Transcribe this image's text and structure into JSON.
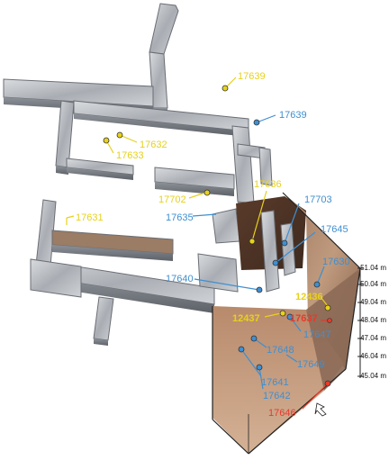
{
  "colors": {
    "yellow": "#e7d11b",
    "blue": "#3f8fd1",
    "red": "#e53b2c",
    "stone_light": "#c9ccd0",
    "stone_dark": "#7b7f86",
    "soil": "#6b4a36",
    "section_face": "#8c6a56"
  },
  "labels": {
    "l17639_yellow": "17639",
    "l17639_blue": "17639",
    "l17632": "17632",
    "l17633": "17633",
    "l17636": "17636",
    "l17703": "17703",
    "l17702": "17702",
    "l17635": "17635",
    "l17645": "17645",
    "l17631": "17631",
    "l17630": "17630",
    "l17640": "17640",
    "l12436": "12436",
    "l12437": "12437",
    "l17637": "17637",
    "l17647": "17647",
    "l17648": "17648",
    "l17649": "17649",
    "l17641": "17641",
    "l17642": "17642",
    "l17646": "17646"
  },
  "depth_scale": [
    "51.04 m",
    "50.04 m",
    "49.04 m",
    "48.04 m",
    "47.04 m",
    "46.04 m",
    "45.04 m"
  ]
}
